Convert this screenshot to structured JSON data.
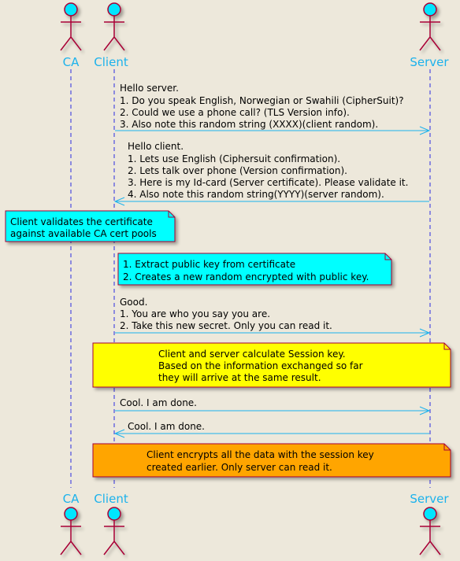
{
  "participants": [
    {
      "id": "ca",
      "label": "CA"
    },
    {
      "id": "client",
      "label": "Client"
    },
    {
      "id": "server",
      "label": "Server"
    }
  ],
  "colors": {
    "background": "#EDE8DB",
    "actor_fill": "#00E5FF",
    "actor_text": "#1CB2EC",
    "arrow": "#1CB2EC",
    "lifeline": "#2B2BE0",
    "note_border": "#A80036",
    "note_cyan": "#00FFFF",
    "note_yellow": "#FFFF00",
    "note_orange": "#FFA500"
  },
  "messages": [
    {
      "id": "m1",
      "from": "client",
      "to": "server",
      "lines": [
        "Hello server.",
        "1. Do you speak English, Norwegian or Swahili (CipherSuit)?",
        "2. Could we use a phone call? (TLS Version info).",
        "3. Also note this random string (XXXX)(client random)."
      ]
    },
    {
      "id": "m2",
      "from": "server",
      "to": "client",
      "lines": [
        "Hello client.",
        "1. Lets use English (Ciphersuit confirmation).",
        "2. Lets talk over phone (Version confirmation).",
        "3. Here is my Id-card (Server certificate). Please validate it.",
        "4. Also note this random string(YYYY)(server random)."
      ]
    },
    {
      "id": "m3",
      "from": "client",
      "to": "server",
      "lines": [
        "Good.",
        "1. You are who you say you are.",
        "2. Take this new secret. Only you can read it."
      ]
    },
    {
      "id": "m4",
      "from": "client",
      "to": "server",
      "lines": [
        "Cool. I am done."
      ]
    },
    {
      "id": "m5",
      "from": "server",
      "to": "client",
      "lines": [
        "Cool. I am done."
      ]
    }
  ],
  "notes": [
    {
      "id": "n1",
      "color": "cyan",
      "lines": [
        "Client validates the certificate",
        "against available CA cert pools"
      ]
    },
    {
      "id": "n2",
      "color": "cyan",
      "lines": [
        "1. Extract public key from certificate",
        "2. Creates a new random encrypted with public key."
      ]
    },
    {
      "id": "n3",
      "color": "yellow",
      "lines": [
        "Client and server calculate Session key.",
        "Based on the information exchanged so far",
        "they will arrive at the same result."
      ]
    },
    {
      "id": "n4",
      "color": "orange",
      "lines": [
        "Client encrypts all the data with the session key",
        "created earlier. Only server can read it."
      ]
    }
  ]
}
